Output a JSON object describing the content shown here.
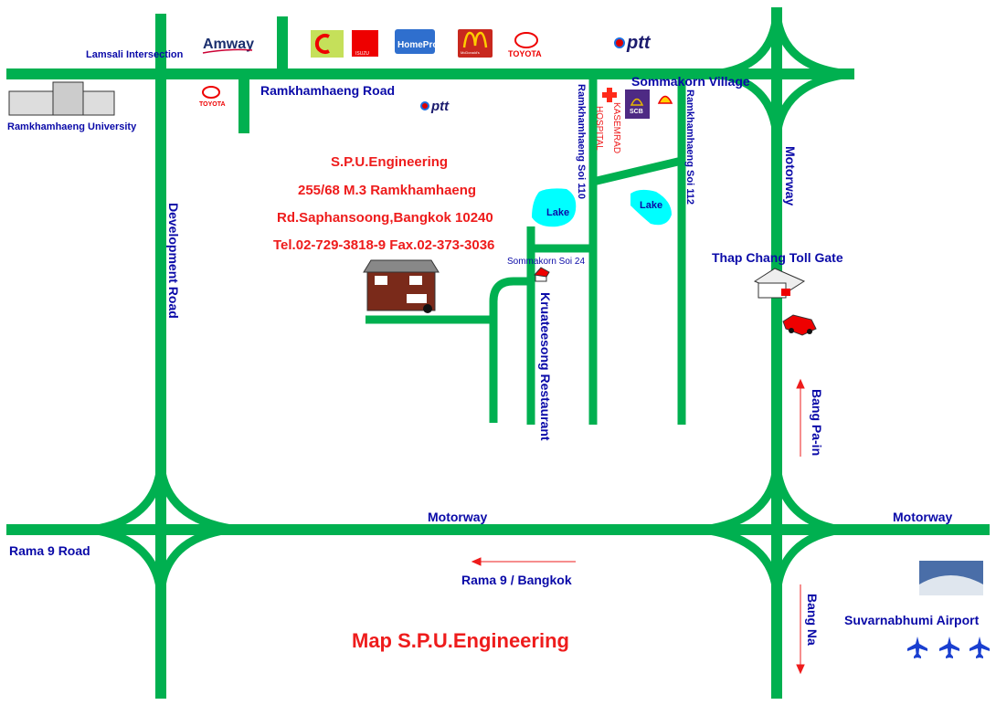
{
  "title": "Map S.P.U.Engineering",
  "company": {
    "name": "S.P.U.Engineering",
    "address1": "255/68 M.3 Ramkhamhaeng",
    "address2": "Rd.Saphansoong,Bangkok 10240",
    "contact": "Tel.02-729-3818-9 Fax.02-373-3036"
  },
  "labels": {
    "lamsali": "Lamsali Intersection",
    "university": "Ramkhamhaeng University",
    "ramkhamhaeng_road": "Ramkhamhaeng Road",
    "development_road": "Development Road",
    "soi110": "Ramkhamhaeng Soi 110",
    "soi112": "Ramkhamhaeng Soi 112",
    "hospital1": "KASEMRAD",
    "hospital2": "HOSPITAL",
    "village": "Sommakorn Village",
    "lake1": "Lake",
    "lake2": "Lake",
    "soi24": "Sommakorn Soi 24",
    "restaurant": "Kruateesong Restaurant",
    "motorway_v": "Motorway",
    "toll": "Thap Chang Toll Gate",
    "bang_pain": "Bang Pa-in",
    "motorway_h1": "Motorway",
    "motorway_h2": "Motorway",
    "rama9": "Rama 9 Road",
    "rama9_bkk": "Rama 9 / Bangkok",
    "bang_na": "Bang Na",
    "airport": "Suvarnabhumi Airport"
  },
  "logos": {
    "amway": "Amway",
    "isuzu": "ISUZU",
    "homepro": "HomePro",
    "mcdonalds": "McDonald's",
    "toyota": "TOYOTA",
    "toyota2": "TOYOTA",
    "ptt": "ptt",
    "ptt2": "ptt",
    "scb": "SCB"
  },
  "colors": {
    "road": "#00b050",
    "lake": "#00ffff",
    "label": "#0a0aa8",
    "accent": "#ee1c1c"
  }
}
